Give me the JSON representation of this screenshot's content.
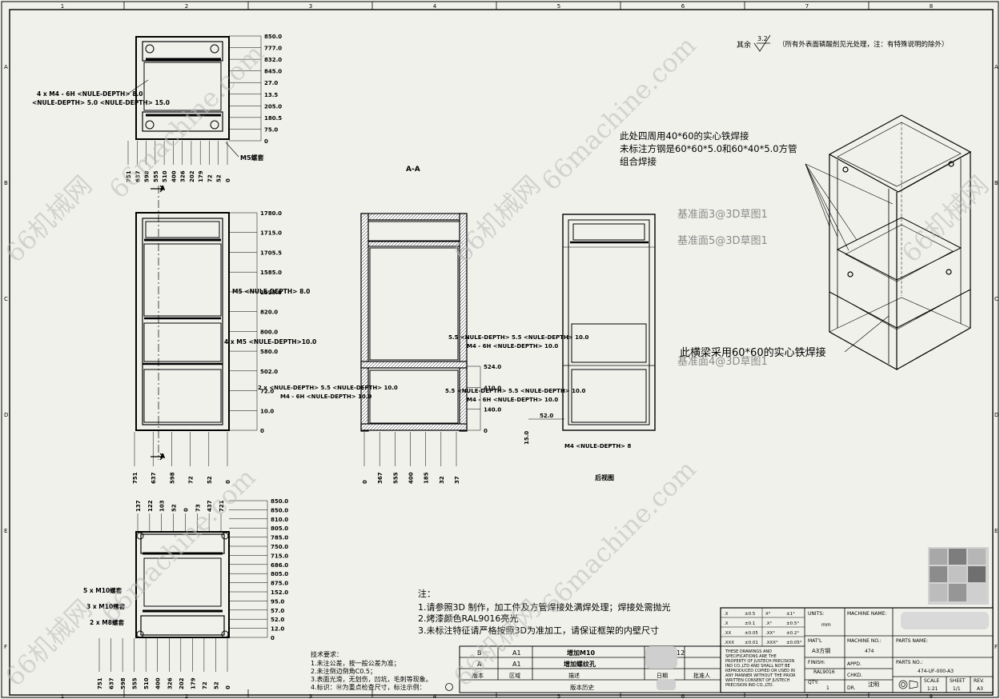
{
  "border": {
    "top_numbers": [
      "1",
      "2",
      "3",
      "4",
      "5",
      "6",
      "7",
      "8"
    ],
    "side_letters": [
      "A",
      "B",
      "C",
      "D",
      "E",
      "F"
    ]
  },
  "surface_note": {
    "prefix": "其余",
    "roughness": "3.2",
    "text": "（所有外表面磷酸削见光处理，注：有特殊说明的除外）"
  },
  "section_label": "A-A",
  "section_arrow": "A",
  "rear_view_label": "后视图",
  "weld_note": {
    "line1": "此处四周用40*60的实心铁焊接",
    "line2": "未标注方钢是60*60*5.0和60*40*5.0方管",
    "line3": "组合焊接"
  },
  "sketch_labels": {
    "ref3": "基准面3@3D草图1",
    "ref5": "基准面5@3D草图1",
    "ref4": "基准面4@3D草图1"
  },
  "beam_note": "此横梁采用60*60的实心铁焊接",
  "dims": {
    "top_view_right": [
      "850.0",
      "777.0",
      "832.0",
      "845.0",
      "27.0",
      "13.5",
      "205.0",
      "180.5",
      "75.0",
      "0"
    ],
    "top_view_left1": "4 x  M4 - 6H <NULE-DEPTH> 8.0",
    "top_view_left2": "<NULE-DEPTH> 5.0 <NULE-DEPTH> 15.0",
    "top_view_tag": "M5螺套",
    "top_view_bottom": [
      "751",
      "637",
      "598",
      "555",
      "510",
      "400",
      "326",
      "202",
      "179",
      "72",
      "52",
      "0"
    ],
    "front_right": [
      "1780.0",
      "1715.0",
      "1705.5",
      "1585.0",
      "1525.0",
      "820.0",
      "800.0",
      "580.0",
      "502.0",
      "72.0",
      "10.0",
      "0"
    ],
    "front_callout1": "M5 <NULE-DEPTH> 8.0",
    "front_callout2": "4 x M5 <NULE-DEPTH>10.0",
    "front_bottom": [
      "751",
      "637",
      "598",
      "72",
      "52",
      "0"
    ],
    "section_left": [
      "2 x <NULE-DEPTH> 5.5 <NULE-DEPTH> 10.0",
      "M4 - 6H <NULE-DEPTH> 10.0"
    ],
    "section_right": [
      "5.5 <NULE-DEPTH> 5.5 <NULE-DEPTH> 10.0",
      "M4 - 6H <NULE-DEPTH> 10.0",
      "5.5 <NULE-DEPTH> 5.5 <NULE-DEPTH> 10.0",
      "M4 - 6H <NULE-DEPTH> 10.0"
    ],
    "section_levels": [
      "524.0",
      "410.0",
      "140.0",
      "0"
    ],
    "section_bottom": [
      "0",
      "367",
      "555",
      "400",
      "185",
      "32",
      "37"
    ],
    "rear_small": [
      "52.0",
      "15.0",
      "M4 <NULE-DEPTH> 8"
    ],
    "bottom_view_right": [
      "850.0",
      "850.0",
      "810.0",
      "805.0",
      "785.0",
      "750.0",
      "715.0",
      "686.0",
      "805.0",
      "875.0",
      "152.0",
      "95.0",
      "57.0",
      "52.0",
      "12.0",
      "0"
    ],
    "bottom_view_left": [
      "5 x M10螺套",
      "3 x M10螺套",
      "2 x M8螺套"
    ],
    "bottom_view_top": [
      "137",
      "122",
      "103",
      "52",
      "0",
      "73",
      "437",
      "721"
    ],
    "bottom_view_bottom": [
      "751",
      "637",
      "598",
      "555",
      "510",
      "400",
      "326",
      "202",
      "179",
      "72",
      "52",
      "0"
    ]
  },
  "notes": {
    "title": "注：",
    "items": [
      "1.请参照3D 制作，加工件及方管焊接处满焊处理；焊接处需抛光",
      "2.烤漆颜色RAL9016亮光",
      "3.未标注特征请严格按照3D为准加工，请保证框架的内壁尺寸"
    ]
  },
  "tech_req": {
    "title": "技术要求：",
    "items": [
      "1.未注公差，按一般公差为准；",
      "2.未注倒边倒角C0.5；",
      "3.表面光滑，无划伤，凹坑，毛刺等现象。",
      "4.标识：Ⓜ为重点检查尺寸，标注示例："
    ]
  },
  "revisions": {
    "rows": [
      {
        "rev": "B",
        "zone": "A1",
        "desc": "增加M10",
        "date": "2022/12"
      },
      {
        "rev": "A",
        "zone": "A1",
        "desc": "增加螺纹孔",
        "date": ""
      }
    ],
    "header": [
      "版本",
      "区域",
      "描述",
      "日期",
      "批准人"
    ],
    "footer": "版本历史"
  },
  "title_block": {
    "tolerances": [
      [
        ".X",
        "±0.5",
        "X°",
        "±1°"
      ],
      [
        ".X",
        "±0.1",
        ".X°",
        "±0.5°"
      ],
      [
        ".XX",
        "±0.05",
        ".XX°",
        "±0.2°"
      ],
      [
        ".XXX",
        "±0.01",
        ".XXX°",
        "±0.05°"
      ]
    ],
    "units_label": "UNITS:",
    "units_value": "mm",
    "material_label": "MAT'L",
    "material_value": "A3方钢",
    "finish_label": "FINISH:",
    "finish_value": "RAL9016",
    "qty_label": "QTY:",
    "qty_value": "1",
    "machine_name_label": "MACHINE NAME:",
    "machine_no_label": "MACHINE NO.:",
    "machine_no_value": "474",
    "appd_label": "APPD.",
    "chkd_label": "CHKD.",
    "dr_label": "DR.",
    "dr_value": "沈明",
    "parts_name_label": "PARTS NAME:",
    "parts_no_label": "PARTS NO.:",
    "parts_no_value": "474-UF-000-A3",
    "scale_label": "SCALE",
    "scale_value": "1:21",
    "sheet_label": "SHEET",
    "sheet_value": "1/1",
    "rev_label": "REV.",
    "rev_value": "A3",
    "copyright": [
      "THESE DRAWINGS AND",
      "SPECIFICATIONS ARE THE",
      "PROPERTY OF JUSTECH PRECISION",
      "IND CO.,LTD AND SHALL NOT BE",
      "REPRODUCED COPIED OR USED IN",
      "ANY MANNER WITHOUT THE PRIOR",
      "WRITTEN CONSENT OF JUSTECH",
      "PRECISION IND CO.,LTD."
    ]
  },
  "watermark": "66machine.com",
  "watermark_cn": "66机械网"
}
